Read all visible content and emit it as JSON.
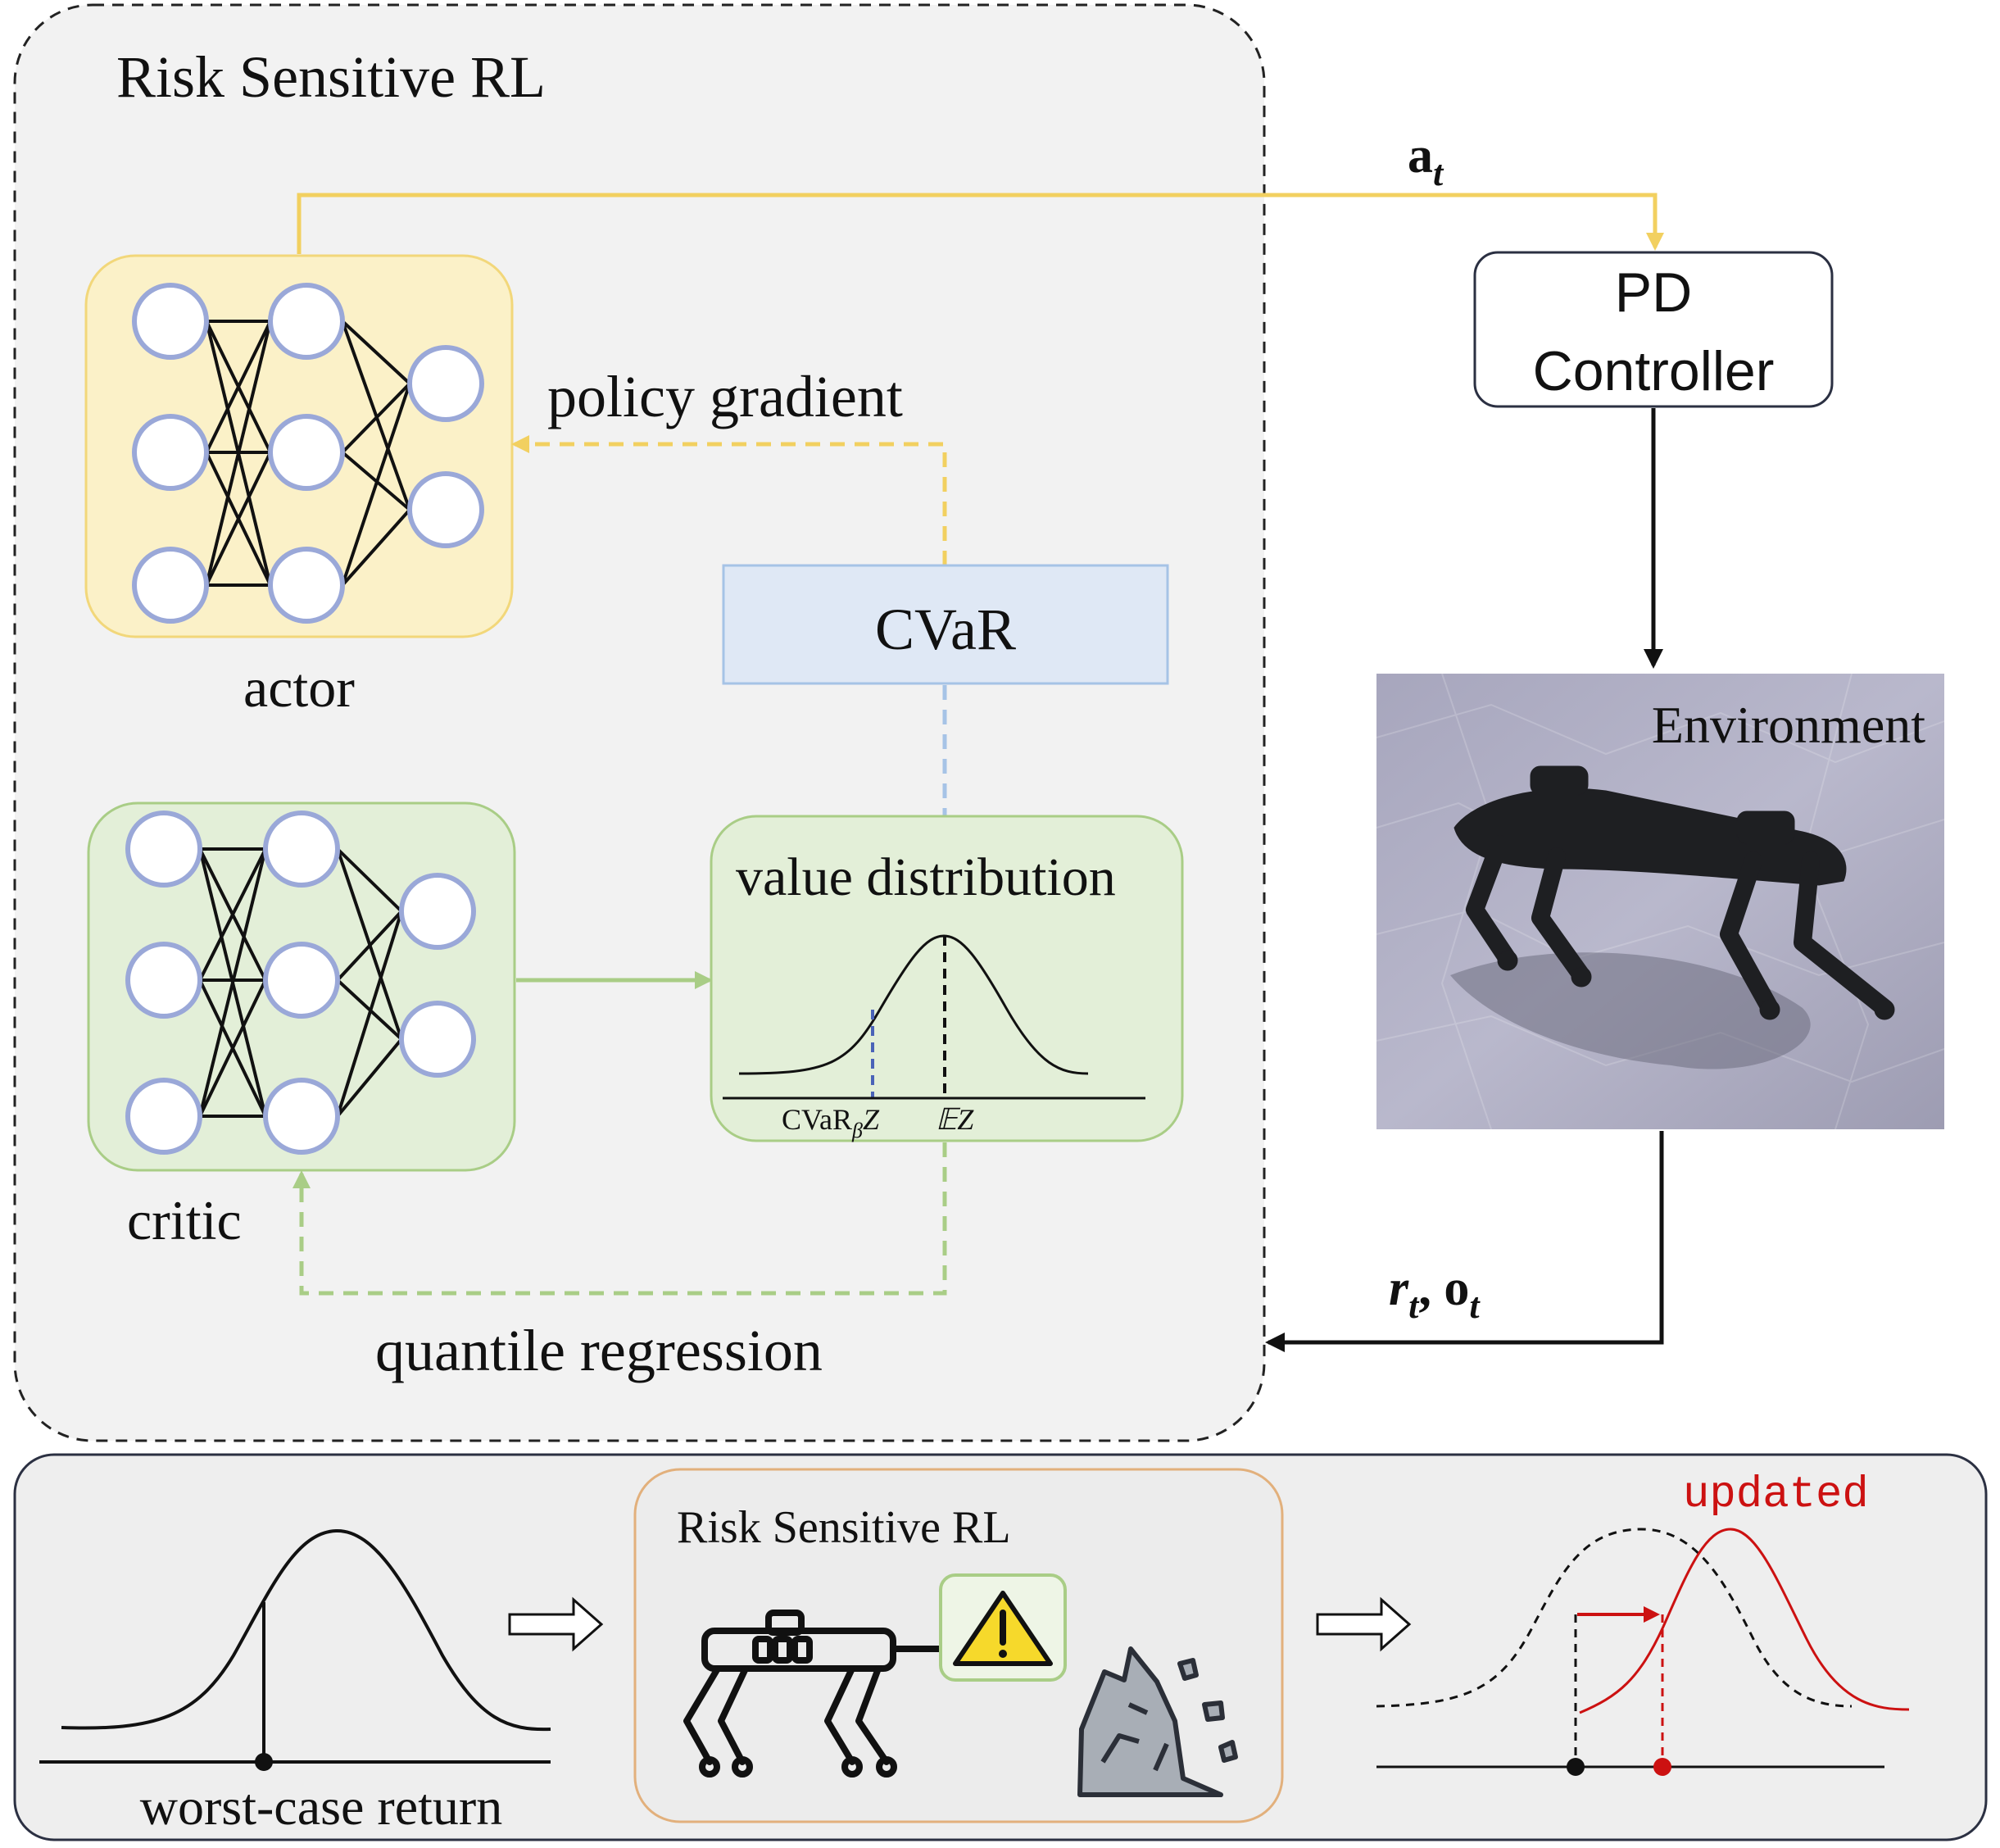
{
  "top_panel": {
    "title": "Risk Sensitive RL",
    "actor_label": "actor",
    "critic_label": "critic",
    "cvar_box": "CVaR",
    "policy_gradient": "policy gradient",
    "quantile_regression": "quantile regression",
    "value_distribution": {
      "title": "value distribution",
      "cvar_tick": "CVaR",
      "cvar_sub": "β",
      "cvar_var": "Z",
      "mean_tick": "𝔼Z"
    }
  },
  "controller": {
    "line1": "PD",
    "line2": "Controller"
  },
  "environment": {
    "label": "Environment"
  },
  "signals": {
    "action": "a",
    "action_sub": "t",
    "reward": "r",
    "reward_sub": "t",
    "separator": ", ",
    "obs": "o",
    "obs_sub": "t"
  },
  "bottom_panel": {
    "left_label": "worst-case return",
    "middle_title": "Risk Sensitive RL",
    "updated_label": "updated"
  },
  "colors": {
    "actor_fill": "#fbf1c8",
    "actor_stroke": "#f2d77a",
    "critic_fill": "#e3efd8",
    "critic_stroke": "#a9cd86",
    "cvar_fill": "#dfe8f5",
    "cvar_stroke": "#a6c3e6",
    "node_stroke": "#9aa8d8",
    "panel_bg": "#f2f2f2",
    "bottom_bg": "#eeeeee",
    "bottom_stroke": "#2b3042",
    "updated_red": "#cc1111",
    "warning_yellow": "#f6d92b"
  }
}
